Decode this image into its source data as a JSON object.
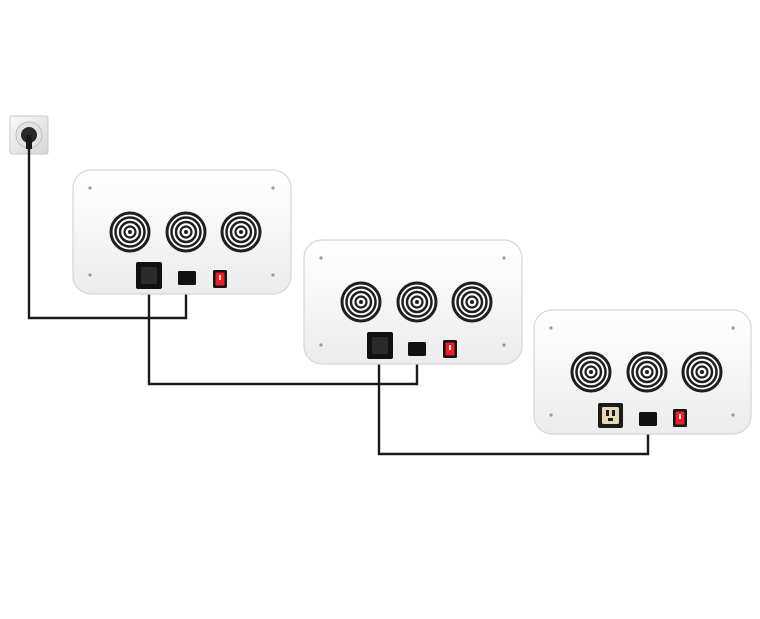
{
  "diagram": {
    "wall_outlet": {
      "icon": "wall-socket-icon"
    },
    "fixtures": [
      {
        "id": "fixture-1",
        "fans": 3,
        "has_output_socket": true,
        "socket_plugged": true,
        "icon": "led-grow-light-icon"
      },
      {
        "id": "fixture-2",
        "fans": 3,
        "has_output_socket": true,
        "socket_plugged": true,
        "icon": "led-grow-light-icon"
      },
      {
        "id": "fixture-3",
        "fans": 3,
        "has_output_socket": true,
        "socket_plugged": false,
        "icon": "led-grow-light-icon"
      }
    ],
    "connections": [
      {
        "from": "wall-outlet",
        "to": "fixture-1-power-inlet"
      },
      {
        "from": "fixture-1-output-socket",
        "to": "fixture-2-power-inlet"
      },
      {
        "from": "fixture-2-output-socket",
        "to": "fixture-3-power-inlet"
      }
    ],
    "colors": {
      "panel": "#f7f7f7",
      "panel_edge": "#d9d9d9",
      "cable": "#1a1a1a",
      "switch_red": "#e8202a",
      "fan_ring": "#222222"
    }
  }
}
